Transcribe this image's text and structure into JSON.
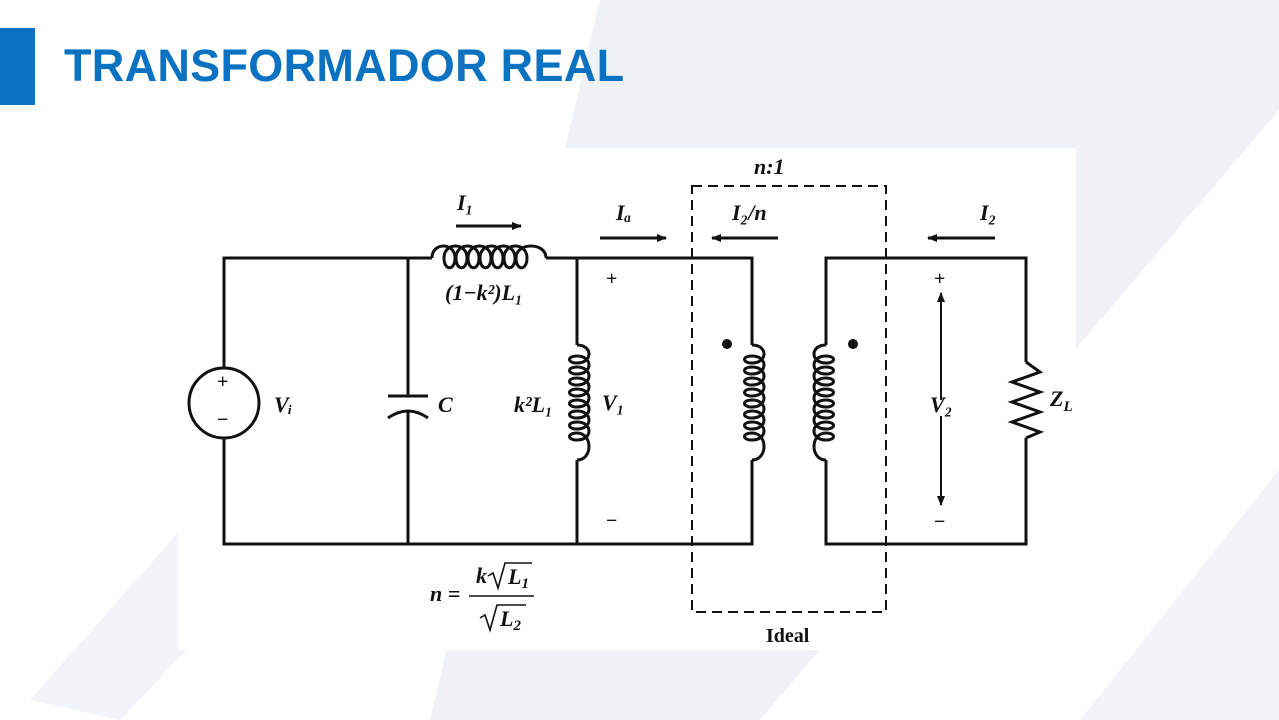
{
  "slide": {
    "title": "TRANSFORMADOR REAL",
    "accent_color": "#0b72c2",
    "background": "#ffffff",
    "decor_color": "#eef1f6"
  },
  "diagram": {
    "transformer_ratio": "n:1",
    "current_I1": "I₁",
    "current_Ia": "Iₐ",
    "current_I2n": "I₂/n",
    "current_I2": "I₂",
    "leakage_inductor": "(1−k²)L₁",
    "magnetizing_inductor": "k²L₁",
    "source": "Vᵢ",
    "capacitor": "C",
    "voltage_V1": "V₁",
    "voltage_V2": "V₂",
    "load": "Z",
    "load_sub": "L",
    "ideal_label": "Ideal",
    "plus": "+",
    "minus": "−",
    "formula_lhs": "n =",
    "formula_num_k": "k",
    "formula_num_L": "L",
    "formula_num_sub": "1",
    "formula_den_L": "L",
    "formula_den_sub": "2"
  }
}
